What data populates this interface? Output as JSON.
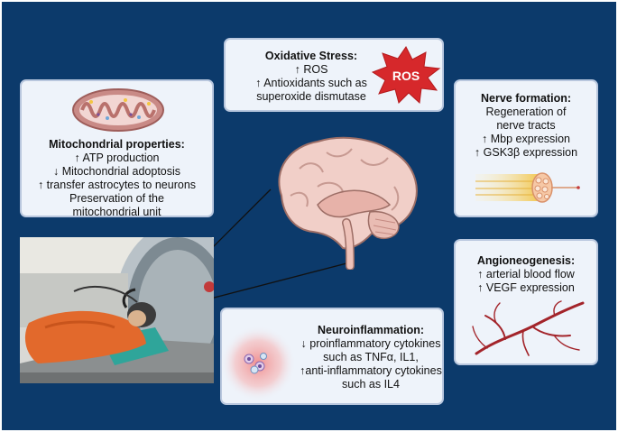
{
  "oxidative": {
    "title": "Oxidative Stress:",
    "lines": [
      "↑ ROS",
      "↑ Antioxidants such as",
      "superoxide dismutase"
    ],
    "badge": "ROS"
  },
  "mitochondrial": {
    "title": "Mitochondrial properties:",
    "lines": [
      "↑ ATP production",
      "↓ Mitochondrial adoptosis",
      "↑ transfer astrocytes to neurons",
      "Preservation of the",
      "mitochondrial unit"
    ]
  },
  "nerve": {
    "title": "Nerve formation:",
    "lines": [
      "Regeneration of",
      "nerve tracts",
      "↑ Mbp expression",
      "↑ GSK3β expression"
    ]
  },
  "angio": {
    "title": "Angioneogenesis:",
    "lines": [
      "↑ arterial blood flow",
      "↑ VEGF expression"
    ]
  },
  "neuro": {
    "title": "Neuroinflammation:",
    "lines": [
      "↓ proinflammatory cytokines",
      "such as TNFα, IL1,",
      "↑anti-inflammatory cytokines",
      "such as IL4"
    ]
  },
  "colors": {
    "background": "#0c3a6b",
    "box_fill": "#eef3fa",
    "box_border": "#b9c7de",
    "ros_red": "#d6282b"
  }
}
